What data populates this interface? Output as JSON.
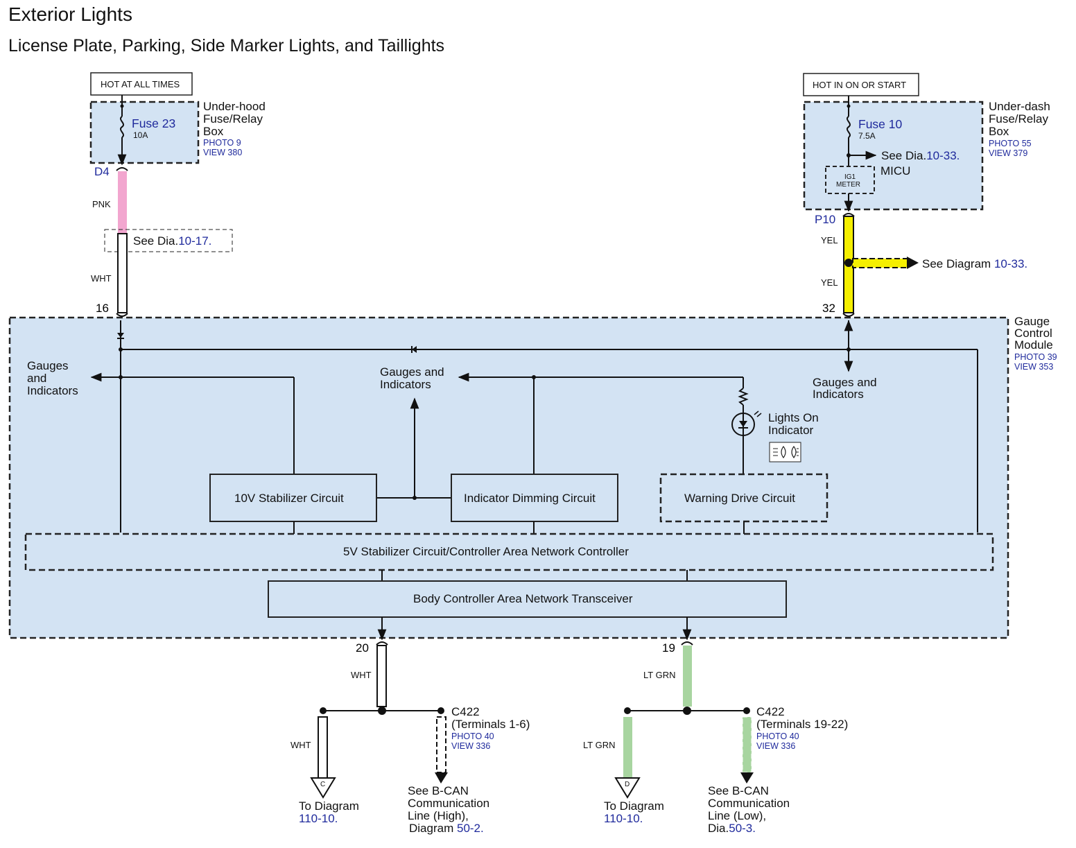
{
  "header": {
    "title": "Exterior Lights",
    "subtitle": "License Plate, Parking, Side Marker Lights, and Taillights"
  },
  "power_left": {
    "hot_label": "HOT AT ALL TIMES",
    "fuse_name": "Fuse 23",
    "fuse_rating": "10A",
    "box_name_lines": [
      "Under-hood",
      "Fuse/Relay",
      "Box"
    ],
    "photo": "PHOTO 9",
    "view": "VIEW 380",
    "connector": "D4",
    "wire_upper": "PNK",
    "wire_lower": "WHT",
    "see_text": "See Dia.",
    "see_ref": "10-17.",
    "terminal": "16"
  },
  "power_right": {
    "hot_label": "HOT IN ON OR START",
    "fuse_name": "Fuse 10",
    "fuse_rating": "7.5A",
    "see_text": "See Dia.",
    "see_ref": "10-33.",
    "micu": "MICU",
    "ig_lines": [
      "IG1",
      "METER"
    ],
    "box_name_lines": [
      "Under-dash",
      "Fuse/Relay",
      "Box"
    ],
    "photo": "PHOTO 55",
    "view": "VIEW 379",
    "connector": "P10",
    "wire_upper": "YEL",
    "wire_lower": "YEL",
    "diagram_text": "See Diagram",
    "diagram_ref": "10-33.",
    "terminal": "32"
  },
  "module": {
    "name_lines": [
      "Gauge",
      "Control",
      "Module"
    ],
    "photo": "PHOTO 39",
    "view": "VIEW 353",
    "gauges_left": [
      "Gauges",
      "and",
      "Indicators"
    ],
    "gauges_center": [
      "Gauges and",
      "Indicators"
    ],
    "gauges_right": [
      "Gauges and",
      "Indicators"
    ],
    "lights_on": [
      "Lights On",
      "Indicator"
    ],
    "lights_on_symbol": "headlight-indicator-icon",
    "circuit_10v": "10V Stabilizer Circuit",
    "circuit_dimming": "Indicator Dimming Circuit",
    "circuit_warning": "Warning Drive Circuit",
    "controller_5v": "5V Stabilizer Circuit/Controller Area Network Controller",
    "transceiver": "Body Controller Area Network Transceiver"
  },
  "can_high": {
    "terminal": "20",
    "wire": "WHT",
    "branch_wire": "WHT",
    "connector_label": "C422",
    "connector_terms": "(Terminals 1-6)",
    "photo": "PHOTO 40",
    "view": "VIEW 336",
    "flag": "C",
    "to_diagram": "To Diagram",
    "to_ref": "110-10.",
    "see_lines": [
      "See B-CAN",
      "Communication",
      "Line (High),"
    ],
    "see_last_text": "Diagram",
    "see_last_ref": "50-2."
  },
  "can_low": {
    "terminal": "19",
    "wire": "LT GRN",
    "branch_wire": "LT GRN",
    "connector_label": "C422",
    "connector_terms": "(Terminals 19-22)",
    "photo": "PHOTO 40",
    "view": "VIEW 336",
    "flag": "D",
    "to_diagram": "To Diagram",
    "to_ref": "110-10.",
    "see_lines": [
      "See B-CAN",
      "Communication",
      "Line (Low),"
    ],
    "see_last_text": "Dia.",
    "see_last_ref": "50-3."
  },
  "colors": {
    "module_fill": "#d3e3f3",
    "wire_pink": "#f2a6cf",
    "wire_yellow": "#f5ef00",
    "wire_green": "#a8d5a0",
    "ref_blue": "#1f2a9c"
  }
}
